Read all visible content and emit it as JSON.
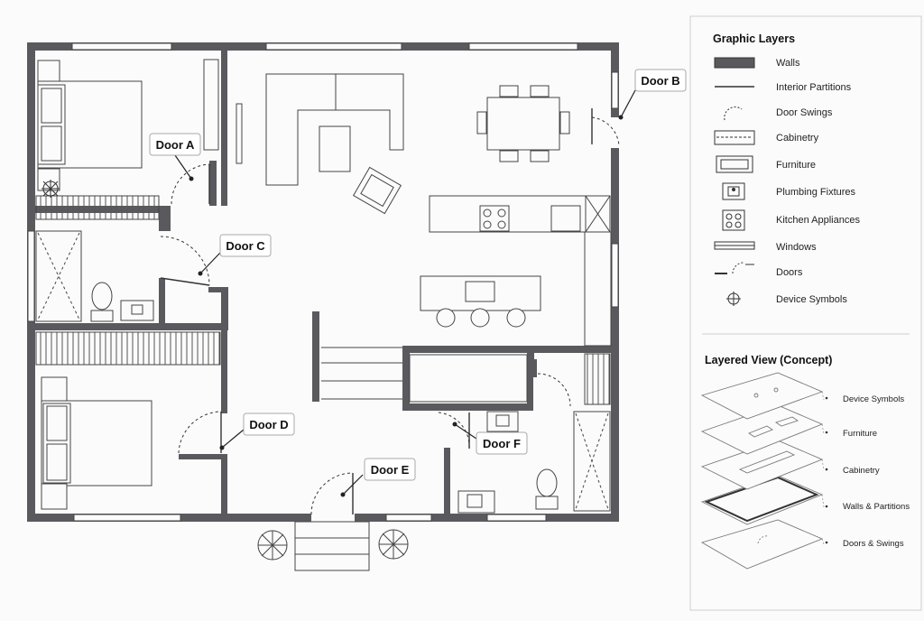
{
  "doors": [
    {
      "id": "A",
      "label": "Door A"
    },
    {
      "id": "B",
      "label": "Door B"
    },
    {
      "id": "C",
      "label": "Door C"
    },
    {
      "id": "D",
      "label": "Door D"
    },
    {
      "id": "E",
      "label": "Door E"
    },
    {
      "id": "F",
      "label": "Door F"
    }
  ],
  "legend": {
    "title": "Graphic Layers",
    "items": [
      {
        "label": "Walls",
        "icon": "wall-swatch-icon"
      },
      {
        "label": "Interior Partitions",
        "icon": "partition-line-icon"
      },
      {
        "label": "Door Swings",
        "icon": "door-swing-icon"
      },
      {
        "label": "Cabinetry",
        "icon": "cabinetry-icon"
      },
      {
        "label": "Furniture",
        "icon": "sofa-icon"
      },
      {
        "label": "Plumbing Fixtures",
        "icon": "sink-icon"
      },
      {
        "label": "Kitchen Appliances",
        "icon": "stove-icon"
      },
      {
        "label": "Windows",
        "icon": "window-icon"
      },
      {
        "label": "Doors",
        "icon": "door-icon"
      },
      {
        "label": "Device Symbols",
        "icon": "crosshair-icon"
      }
    ]
  },
  "layered_view": {
    "title": "Layered View (Concept)",
    "layers": [
      "Device Symbols",
      "Furniture",
      "Cabinetry",
      "Walls & Partitions",
      "Doors & Swings"
    ]
  },
  "colors": {
    "wall": "#5a5a5e",
    "line": "#3a3a3a",
    "paper": "#fbfbfb",
    "panel_border": "#cfcfcf"
  }
}
